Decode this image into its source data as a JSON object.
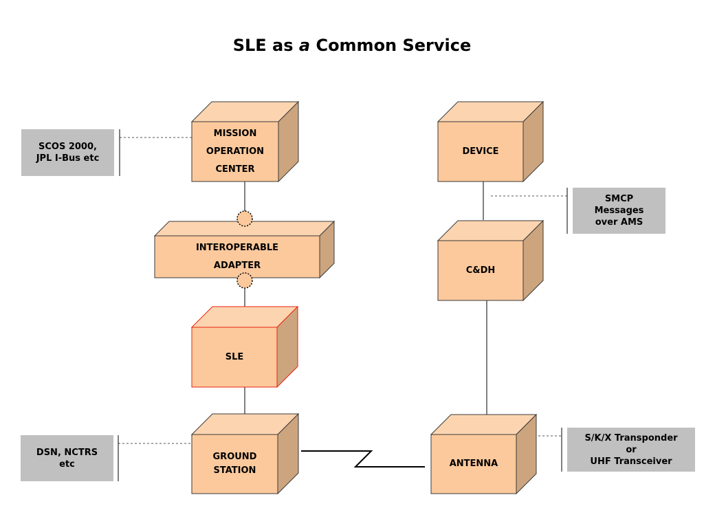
{
  "title": {
    "pre": "SLE as ",
    "italic": "a",
    "post": " Common Service"
  },
  "nodes": {
    "moc": "MISSION\nOPERATION\nCENTER",
    "adapter": "INTEROPERABLE\nADAPTER",
    "sle": "SLE",
    "ground": "GROUND\nSTATION",
    "device": "DEVICE",
    "cdh": "C&DH",
    "antenna": "ANTENNA"
  },
  "notes": {
    "scos": "SCOS 2000,\nJPL I-Bus etc",
    "dsn": "DSN, NCTRS\netc",
    "smcp": "SMCP\nMessages\nover AMS",
    "transponder": "S/K/X Transponder\nor\nUHF Transceiver"
  },
  "colors": {
    "box_front": "#fcc99c",
    "box_top": "#fcd5b0",
    "box_side": "#cca57f",
    "box_border": "#3a3a3a",
    "sle_border": "#e8230f",
    "note_bg": "#c0c0c0"
  }
}
